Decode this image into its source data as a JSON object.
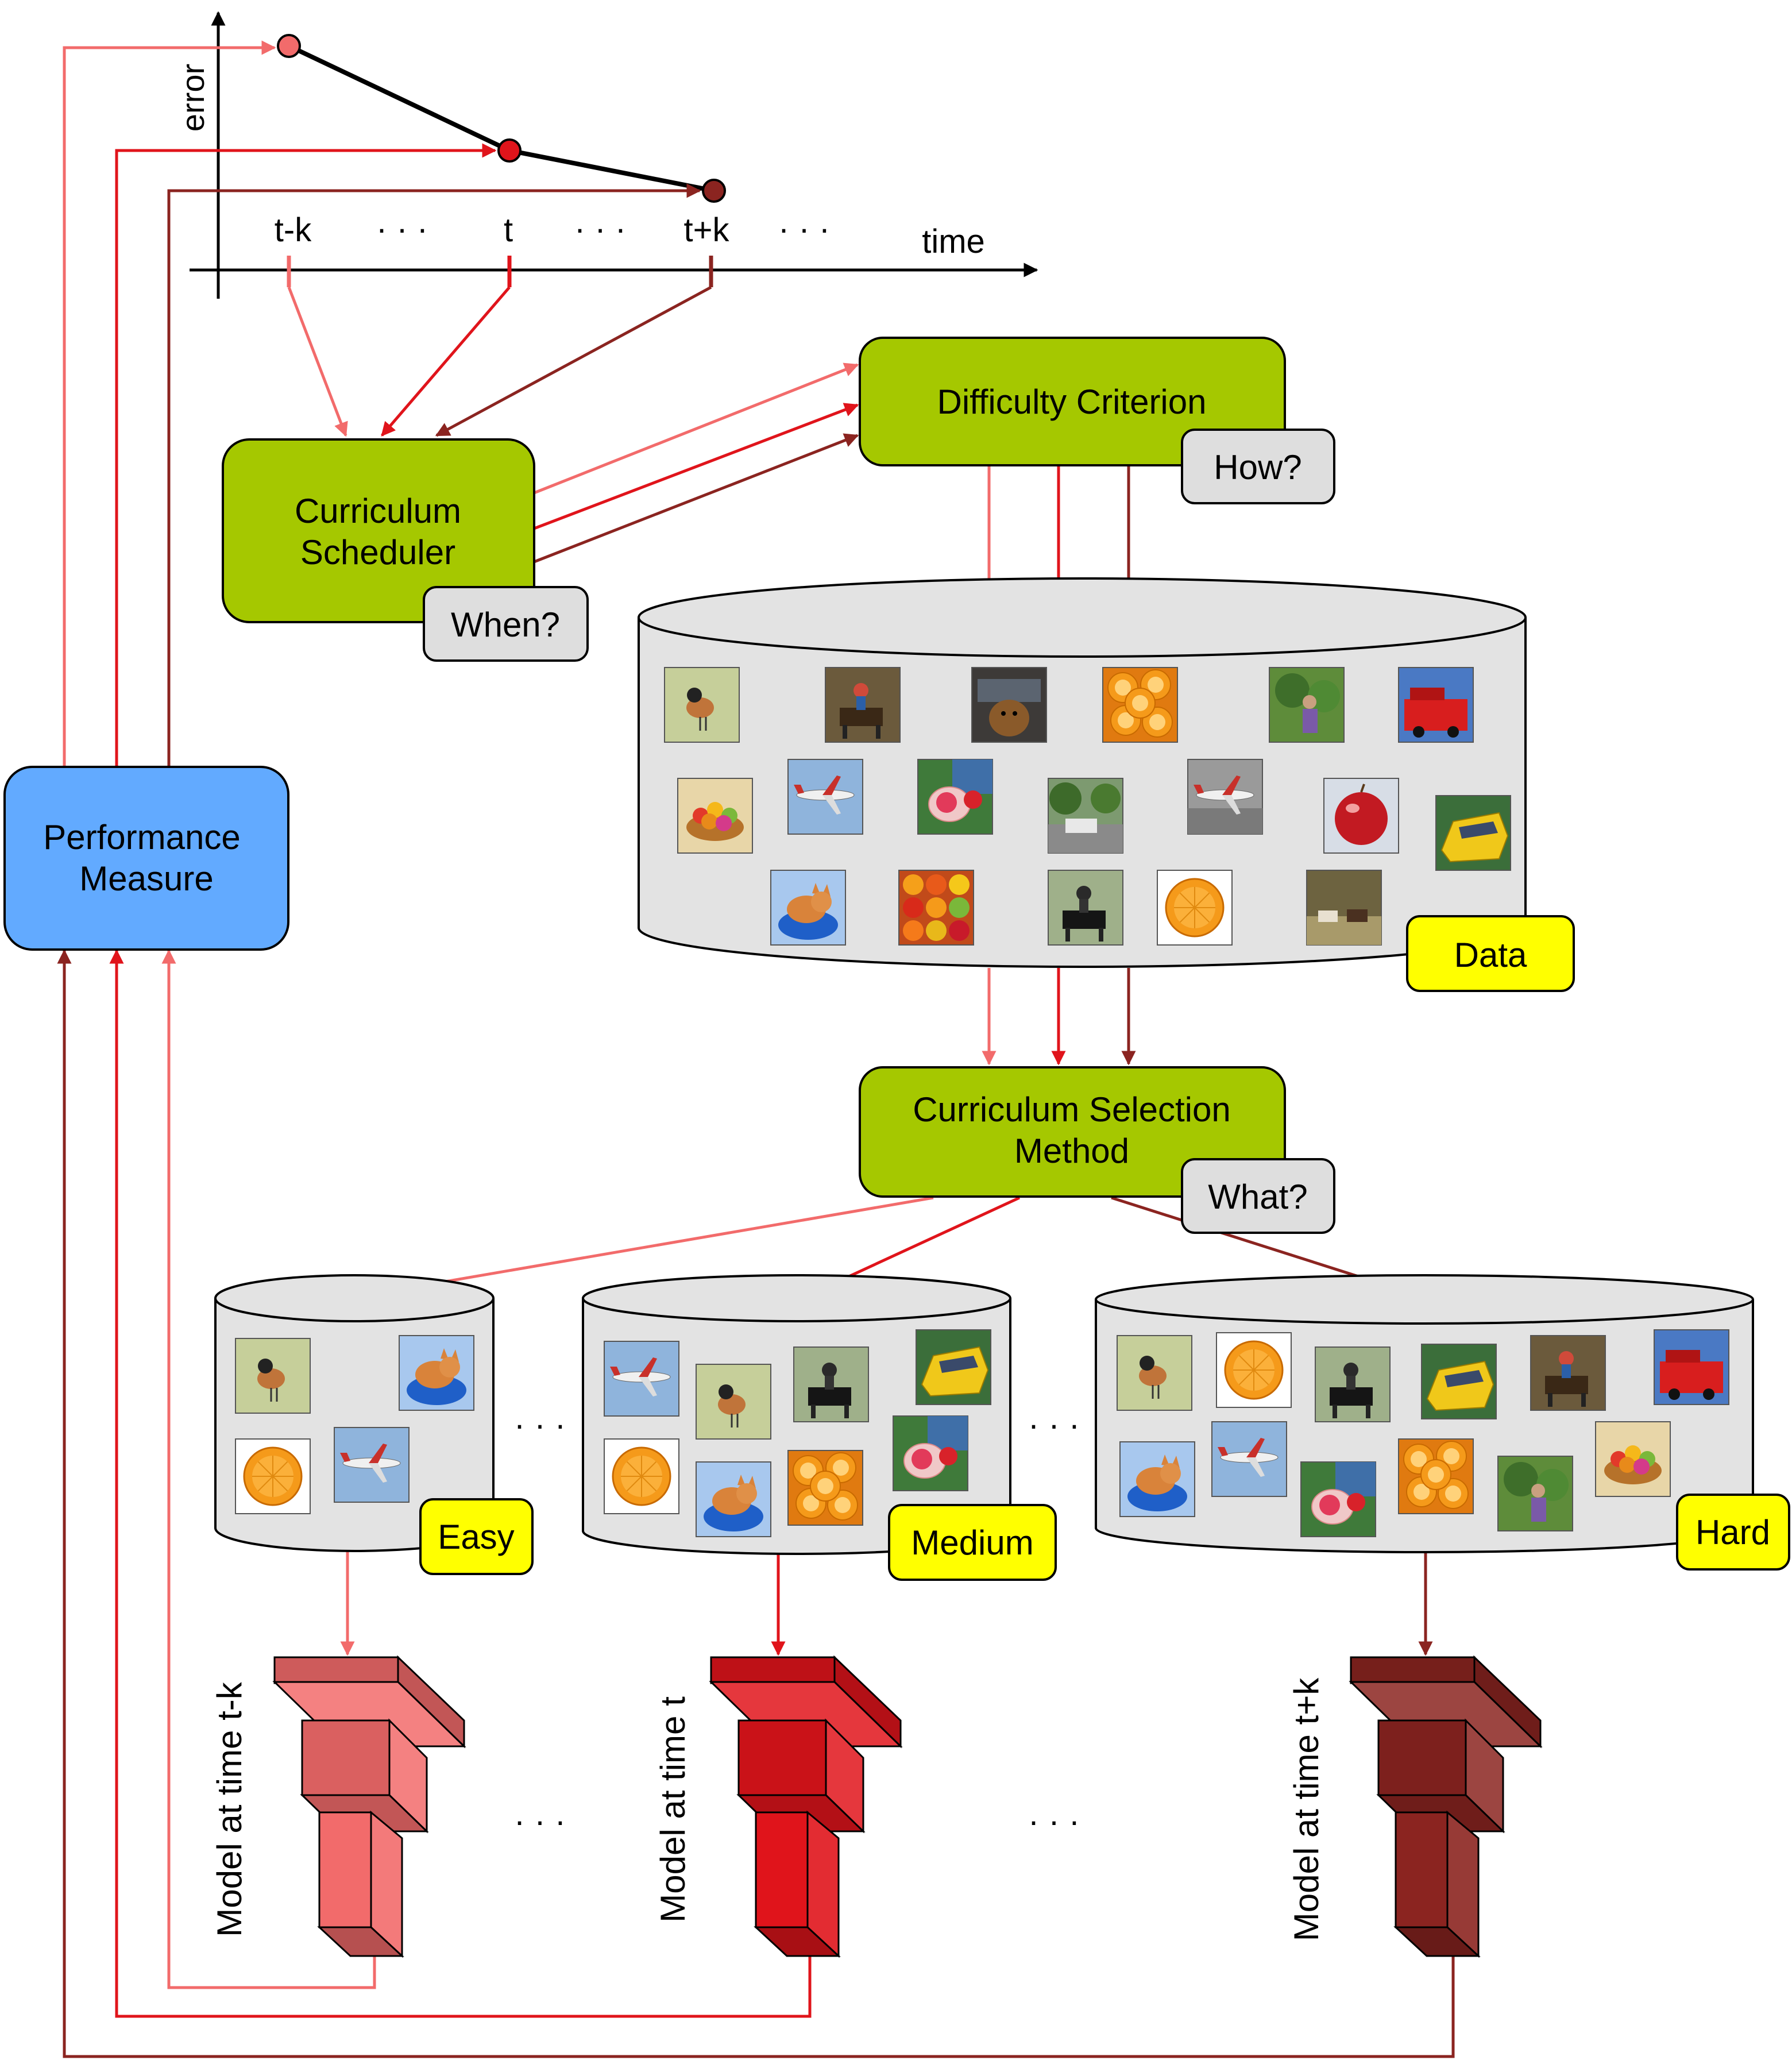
{
  "graph": {
    "y_axis_label": "error",
    "x_axis_label": "time",
    "ticks": [
      "t-k",
      "t",
      "t+k"
    ],
    "ellipsis": "· · ·"
  },
  "nodes": {
    "performance_measure": {
      "line1": "Performance",
      "line2": "Measure"
    },
    "curriculum_scheduler": {
      "line1": "Curriculum",
      "line2": "Scheduler"
    },
    "difficulty_criterion": {
      "label": "Difficulty Criterion"
    },
    "selection_method": {
      "line1": "Curriculum Selection",
      "line2": "Method"
    }
  },
  "tags": {
    "when": "When?",
    "how": "How?",
    "what": "What?",
    "data": "Data",
    "easy": "Easy",
    "medium": "Medium",
    "hard": "Hard"
  },
  "models": {
    "prefix": "Model at time",
    "labels": [
      "Model at time t-k",
      "Model at time t",
      "Model at time t+k"
    ]
  },
  "colors": {
    "light_red": "#f26b6b",
    "red": "#e0141b",
    "dark_red": "#8b2420",
    "green": "#a5c800",
    "blue": "#62aaff",
    "yellow": "#ffff00",
    "gray_tag": "#dedede",
    "cylinder": "#e3e3e3"
  },
  "thumbnails": {
    "data": [
      "bird",
      "horse-rider",
      "dog-car",
      "oranges",
      "apple-picker",
      "fire-truck",
      "fruit-bowl",
      "airplane",
      "strawberries-hand",
      "street-car",
      "plane-runway",
      "apple",
      "yellow-taxi",
      "cat-bowl",
      "fruit-stand",
      "horse-rider-dark",
      "orange",
      "horses-field"
    ],
    "easy": [
      "bird",
      "cat-bowl",
      "orange",
      "airplane"
    ],
    "medium": [
      "airplane",
      "bird",
      "horse-rider-dark",
      "yellow-taxi",
      "strawberries-hand",
      "orange",
      "cat-bowl",
      "oranges"
    ],
    "hard": [
      "bird",
      "orange",
      "horse-rider-dark",
      "yellow-taxi",
      "horse-rider",
      "fire-truck",
      "cat-bowl",
      "airplane",
      "strawberries-hand",
      "oranges",
      "apple-picker",
      "fruit-bowl"
    ]
  }
}
